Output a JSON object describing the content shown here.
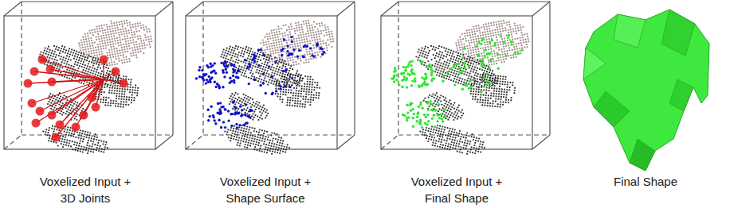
{
  "diagram": {
    "labels": [
      "Voxelized Input + 3D Joints",
      "Voxelized Input + Shape Surface",
      "Voxelized Input + Final Shape",
      "Final Shape"
    ]
  }
}
